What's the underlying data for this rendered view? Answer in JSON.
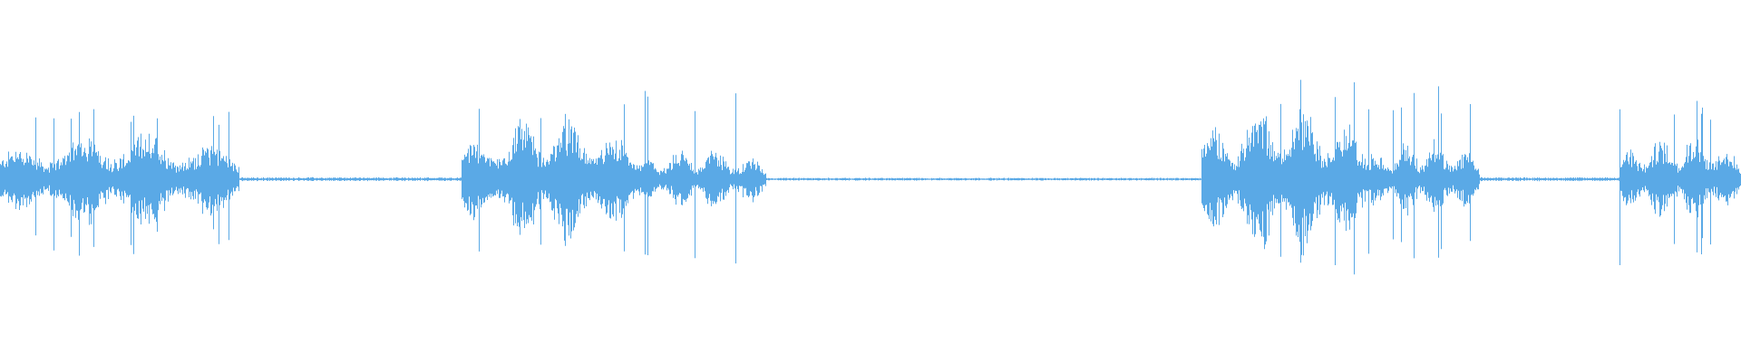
{
  "waveform": {
    "color": "#5aa9e6",
    "segments": [
      {
        "start": 0.0,
        "end": 0.1375,
        "amplitude": 0.11,
        "peak": 0.2
      },
      {
        "start": 0.1375,
        "end": 0.265,
        "amplitude": 0.004,
        "peak": 0.01
      },
      {
        "start": 0.265,
        "end": 0.365,
        "amplitude": 0.14,
        "peak": 0.22
      },
      {
        "start": 0.365,
        "end": 0.44,
        "amplitude": 0.07,
        "peak": 0.22
      },
      {
        "start": 0.44,
        "end": 0.69,
        "amplitude": 0.003,
        "peak": 0.008
      },
      {
        "start": 0.69,
        "end": 0.785,
        "amplitude": 0.17,
        "peak": 0.27
      },
      {
        "start": 0.785,
        "end": 0.85,
        "amplitude": 0.09,
        "peak": 0.24
      },
      {
        "start": 0.85,
        "end": 0.93,
        "amplitude": 0.004,
        "peak": 0.01
      },
      {
        "start": 0.93,
        "end": 1.0,
        "amplitude": 0.1,
        "peak": 0.24
      }
    ]
  }
}
